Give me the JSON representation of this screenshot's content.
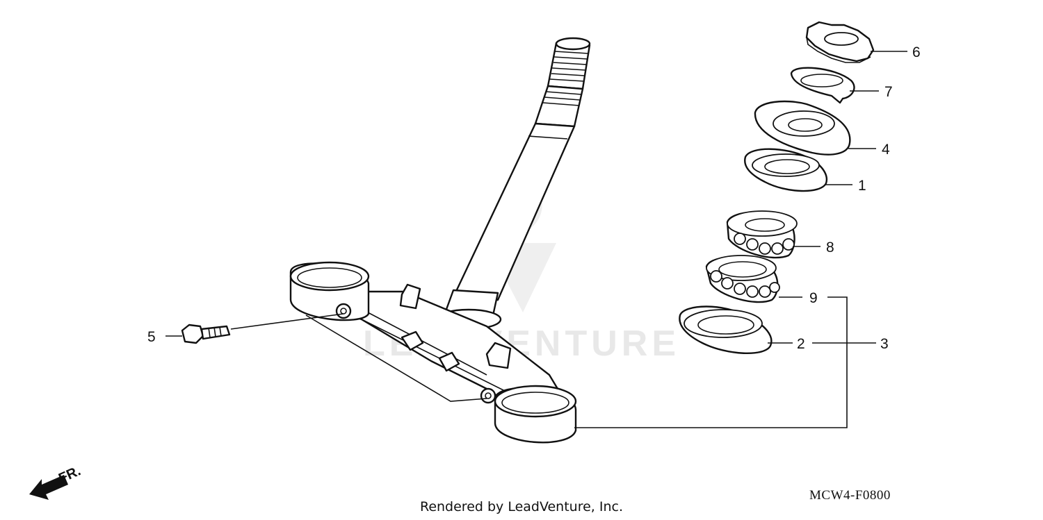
{
  "diagram": {
    "callouts": [
      {
        "id": "c6",
        "label": "6"
      },
      {
        "id": "c7",
        "label": "7"
      },
      {
        "id": "c4",
        "label": "4"
      },
      {
        "id": "c1",
        "label": "1"
      },
      {
        "id": "c8",
        "label": "8"
      },
      {
        "id": "c9",
        "label": "9"
      },
      {
        "id": "c2",
        "label": "2"
      },
      {
        "id": "c3",
        "label": "3"
      },
      {
        "id": "c5",
        "label": "5"
      }
    ],
    "direction_label": "FR.",
    "diagram_code": "MCW4-F0800",
    "credit": "Rendered by LeadVenture, Inc.",
    "watermark_text": "LEADVENTURE"
  }
}
